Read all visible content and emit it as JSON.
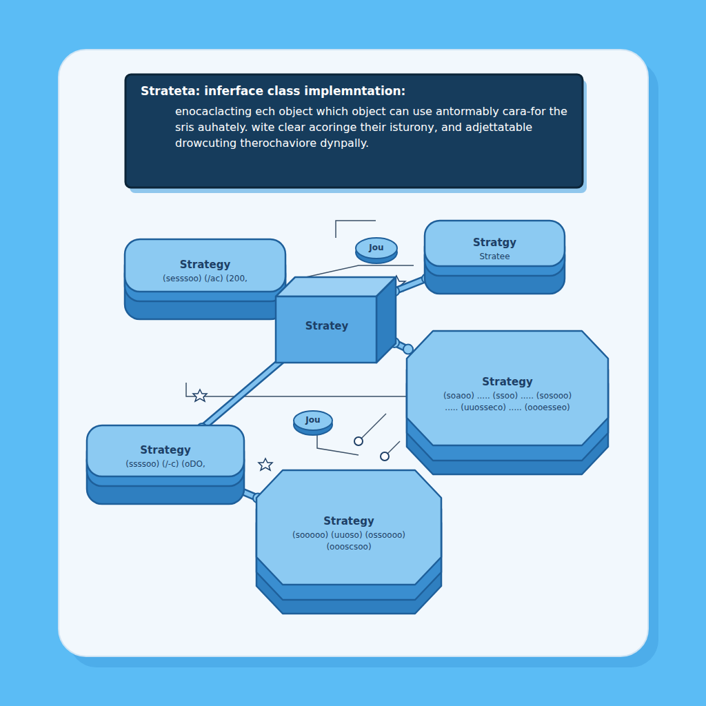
{
  "diagram": {
    "nodes": [
      {
        "text": [
          "Strateta: inferface class implemntation:",
          "enocaclacting ech object which object can use antormably cara-for the sris auhately. wite clear acoringe their isturony, and adjettatable drowcuting therochaviore dynpally."
        ]
      },
      {
        "text": [
          "Strategy",
          "(sesssoo) (/ac) (200,"
        ]
      },
      {
        "text": [
          "Stratgy",
          "Stratee"
        ]
      },
      {
        "text": [
          "Stratey"
        ]
      },
      {
        "text": [
          "Jou"
        ]
      },
      {
        "text": [
          "Strategy",
          "(soaoo) ..... (ssoo) ..... (sosooo) ..... (uuosseco) ..... (oooesseo)"
        ]
      },
      {
        "text": [
          "Jou"
        ]
      },
      {
        "text": [
          "Strategy",
          "(ssssoo) (/-c) (oDO,"
        ]
      },
      {
        "text": [
          "Strategy",
          "(sooooo) (uuoso) (ossoooo) (oooscsoo)"
        ]
      }
    ],
    "edges": [
      {
        "from": 1,
        "to": 3,
        "arrow": "none"
      },
      {
        "from": 2,
        "to": 3,
        "arrow": "none"
      },
      {
        "from": 3,
        "to": 5,
        "arrow": "none"
      },
      {
        "from": 3,
        "to": 7,
        "arrow": "none"
      },
      {
        "from": 7,
        "to": 8,
        "arrow": "none"
      }
    ]
  }
}
